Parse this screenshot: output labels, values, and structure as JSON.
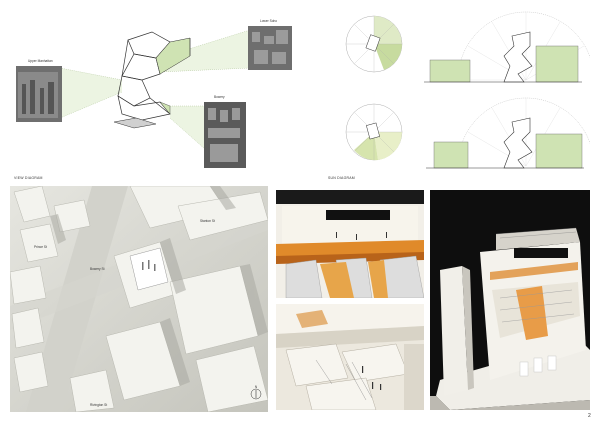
{
  "view_diagram": {
    "caption": "VIEW DIAGRAM",
    "labels": {
      "upper_manhattan": "Upper Manhattan",
      "lower_soho": "Lower Soho",
      "bowery": "Bowery"
    }
  },
  "sun_diagram": {
    "caption": "SUN DIAGRAM"
  },
  "site_plan": {
    "streets": {
      "prince": "Prince St",
      "bowery": "Bowery St",
      "stanton": "Stanton St",
      "rivington": "Rivington St"
    },
    "north_label": "N"
  },
  "page_number": "2",
  "colors": {
    "accent_green": "#cfe3b3",
    "model_white": "#f1efe9",
    "interior_orange": "#e08a2a",
    "dark_bg": "#101010"
  }
}
